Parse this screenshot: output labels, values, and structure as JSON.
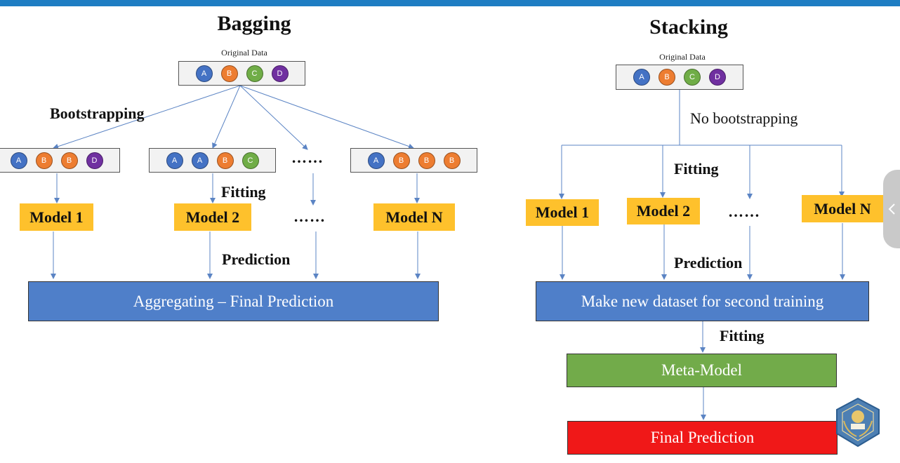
{
  "bagging": {
    "title": "Bagging",
    "original_label": "Original Data",
    "original": [
      "A",
      "B",
      "C",
      "D"
    ],
    "bootstrapping_label": "Bootstrapping",
    "samples": [
      [
        "A",
        "B",
        "B",
        "D"
      ],
      [
        "A",
        "A",
        "B",
        "C"
      ],
      [
        "A",
        "B",
        "B",
        "B"
      ]
    ],
    "dots": "……",
    "fitting_label": "Fitting",
    "prediction_label": "Prediction",
    "models": [
      "Model 1",
      "Model 2",
      "Model N"
    ],
    "final": "Aggregating – Final Prediction"
  },
  "stacking": {
    "title": "Stacking",
    "original_label": "Original Data",
    "original": [
      "A",
      "B",
      "C",
      "D"
    ],
    "no_bootstrap_label": "No bootstrapping",
    "fitting_label": "Fitting",
    "prediction_label": "Prediction",
    "models": [
      "Model 1",
      "Model 2",
      "Model N"
    ],
    "dots": "……",
    "new_dataset": "Make new dataset for second training",
    "fitting2_label": "Fitting",
    "meta_model": "Meta-Model",
    "final": "Final Prediction"
  },
  "colors": {
    "A": "#4472c4",
    "B": "#ed7d31",
    "C": "#70ad47",
    "D": "#7030a0",
    "model": "#fec12c",
    "bar_blue": "#4f7fc9",
    "meta": "#72ab4a",
    "final": "#f01818",
    "topbar": "#1e7dc3",
    "arrow": "#5b84c4"
  },
  "icons": {
    "scroll": "chevron-left-icon",
    "badge": "university-seal-icon"
  }
}
